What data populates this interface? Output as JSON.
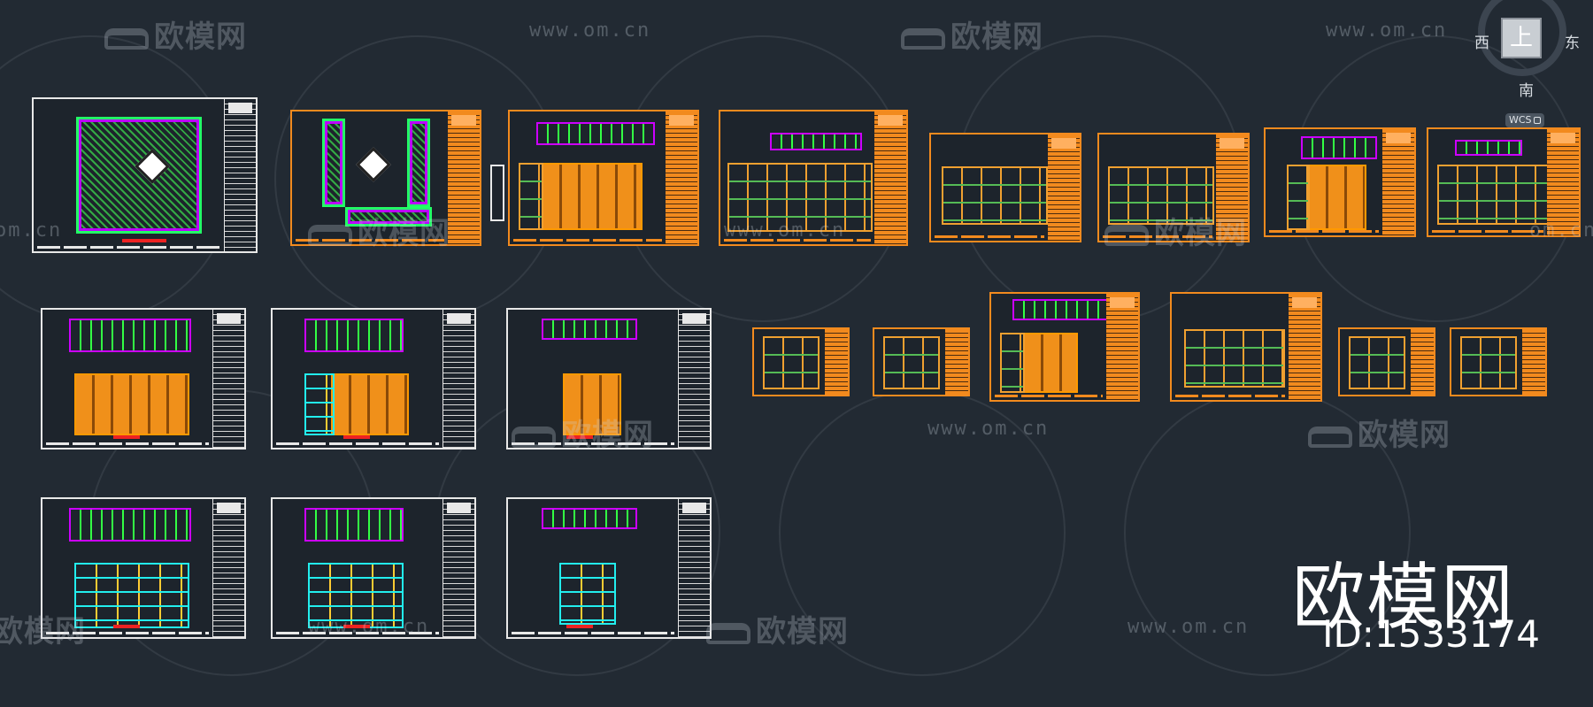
{
  "watermark": {
    "brand": "欧模网",
    "url": "www.om.cn",
    "partial_url": "om.cn",
    "partial_brand": "欧模网"
  },
  "brand_overlay": {
    "title": "欧模网",
    "id_text": "ID:1533174"
  },
  "viewcube": {
    "face_label": "上",
    "west": "西",
    "east": "东",
    "south": "南",
    "coordinate_system": "WCS"
  },
  "colors": {
    "background": "#222a33",
    "sheet_white": "#e8e8e8",
    "sheet_orange": "#f28a1e",
    "accent_green": "#22ff66",
    "accent_magenta": "#cc00ff",
    "accent_cyan": "#22eeee",
    "accent_red": "#ee2222"
  },
  "sheets": [
    {
      "id": "plan-overview",
      "style": "white"
    },
    {
      "id": "plan-sheet-1",
      "style": "orange"
    },
    {
      "id": "elevation-sheet-1",
      "style": "orange"
    },
    {
      "id": "elevation-sheet-2",
      "style": "orange"
    },
    {
      "id": "elevation-sheet-3",
      "style": "orange"
    },
    {
      "id": "elevation-sheet-4",
      "style": "orange"
    },
    {
      "id": "elevation-sheet-5",
      "style": "orange"
    },
    {
      "id": "elevation-sheet-6",
      "style": "orange"
    },
    {
      "id": "row2-sheet-1",
      "style": "white"
    },
    {
      "id": "row2-sheet-2",
      "style": "white"
    },
    {
      "id": "row2-sheet-3",
      "style": "white"
    },
    {
      "id": "row2-orange-1",
      "style": "orange"
    },
    {
      "id": "row2-orange-2",
      "style": "orange"
    },
    {
      "id": "row2-orange-3",
      "style": "orange"
    },
    {
      "id": "row2-orange-4",
      "style": "orange"
    },
    {
      "id": "row2-orange-5",
      "style": "orange"
    },
    {
      "id": "row2-orange-6",
      "style": "orange"
    },
    {
      "id": "row3-sheet-1",
      "style": "white"
    },
    {
      "id": "row3-sheet-2",
      "style": "white"
    },
    {
      "id": "row3-sheet-3",
      "style": "white"
    }
  ]
}
